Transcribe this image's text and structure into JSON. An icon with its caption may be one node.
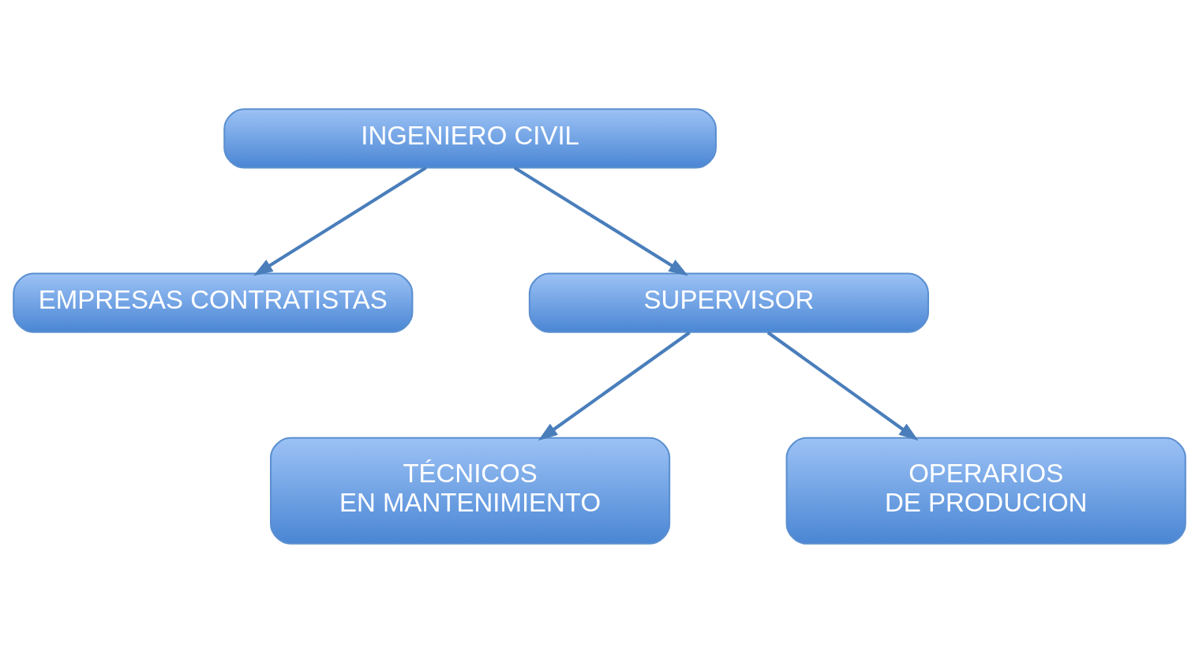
{
  "diagram": {
    "nodes": [
      {
        "text": [
          "INGENIERO CIVIL"
        ]
      },
      {
        "text": [
          "EMPRESAS CONTRATISTAS"
        ]
      },
      {
        "text": [
          "SUPERVISOR"
        ]
      },
      {
        "text": [
          "TÉCNICOS EN MANTENIMIENTO"
        ]
      },
      {
        "text": [
          "OPERARIOS DE PRODUCION"
        ]
      }
    ],
    "edges": [
      {
        "from": 0,
        "to": 2,
        "arrow": "to"
      },
      {
        "from": 0,
        "to": 1,
        "arrow": "to"
      },
      {
        "from": 2,
        "to": 3,
        "arrow": "to"
      },
      {
        "from": 2,
        "to": 4,
        "arrow": "to"
      }
    ]
  }
}
